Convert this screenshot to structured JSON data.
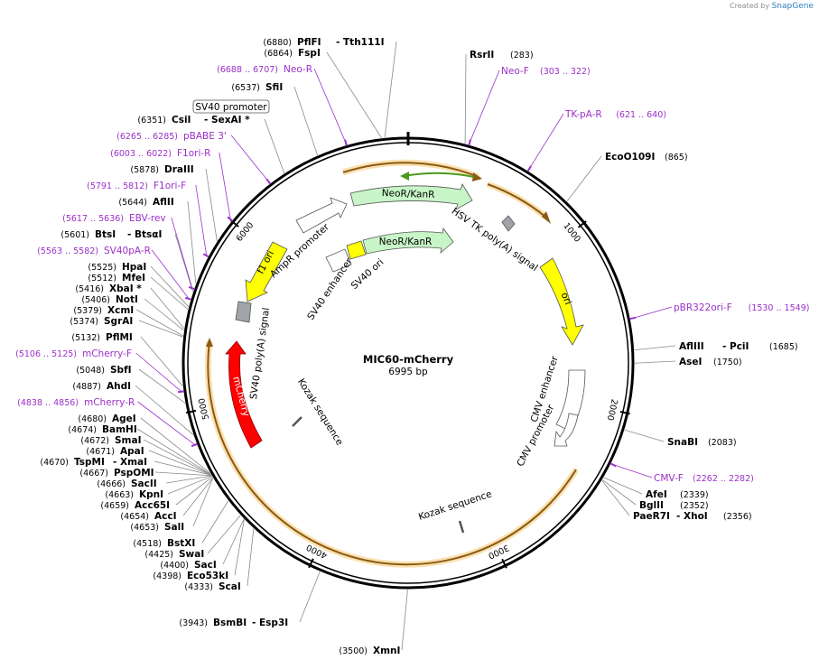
{
  "credit": {
    "prefix": "Created by",
    "brand": "SnapGene"
  },
  "plasmid": {
    "name": "MIC60-mCherry",
    "length_label": "6995 bp",
    "length": 6995
  },
  "ticks": [
    "1000",
    "2000",
    "3000",
    "4000",
    "5000",
    "6000"
  ],
  "sites": [
    {
      "pos": "(6880)",
      "name": "PflFI",
      "extra": "- Tth111I"
    },
    {
      "pos": "(6864)",
      "name": "FspI"
    },
    {
      "pos": "(6537)",
      "name": "SfiI"
    },
    {
      "pos": "(6351)",
      "name": "CsiI",
      "extra": "- SexAI *"
    },
    {
      "pos": "(5878)",
      "name": "DraIII"
    },
    {
      "pos": "(5644)",
      "name": "AflII"
    },
    {
      "pos": "(5601)",
      "name": "BtsI",
      "extra": "- BtsαI"
    },
    {
      "pos": "(5525)",
      "name": "HpaI"
    },
    {
      "pos": "(5512)",
      "name": "MfeI"
    },
    {
      "pos": "(5416)",
      "name": "XbaI *"
    },
    {
      "pos": "(5406)",
      "name": "NotI"
    },
    {
      "pos": "(5379)",
      "name": "XcmI"
    },
    {
      "pos": "(5374)",
      "name": "SgrAI"
    },
    {
      "pos": "(5132)",
      "name": "PflMI"
    },
    {
      "pos": "(5048)",
      "name": "SbfI"
    },
    {
      "pos": "(4887)",
      "name": "AhdI"
    },
    {
      "pos": "(4680)",
      "name": "AgeI"
    },
    {
      "pos": "(4674)",
      "name": "BamHI"
    },
    {
      "pos": "(4672)",
      "name": "SmaI"
    },
    {
      "pos": "(4671)",
      "name": "ApaI"
    },
    {
      "pos": "(4670)",
      "name": "TspMI",
      "extra": "- XmaI"
    },
    {
      "pos": "(4667)",
      "name": "PspOMI"
    },
    {
      "pos": "(4666)",
      "name": "SacII"
    },
    {
      "pos": "(4663)",
      "name": "KpnI"
    },
    {
      "pos": "(4659)",
      "name": "Acc65I"
    },
    {
      "pos": "(4654)",
      "name": "AccI"
    },
    {
      "pos": "(4653)",
      "name": "SalI"
    },
    {
      "pos": "(4518)",
      "name": "BstXI"
    },
    {
      "pos": "(4425)",
      "name": "SwaI"
    },
    {
      "pos": "(4400)",
      "name": "SacI"
    },
    {
      "pos": "(4398)",
      "name": "Eco53kI"
    },
    {
      "pos": "(4333)",
      "name": "ScaI"
    },
    {
      "pos": "(3943)",
      "name": "BsmBI",
      "extra": "- Esp3I"
    },
    {
      "pos": "(3500)",
      "name": "XmnI"
    },
    {
      "name": "RsrII",
      "pos": "(283)"
    },
    {
      "name": "EcoO109I",
      "pos": "(865)"
    },
    {
      "name": "AflIII",
      "extra": "- PciI",
      "pos": "(1685)"
    },
    {
      "name": "AseI",
      "pos": "(1750)"
    },
    {
      "name": "SnaBI",
      "pos": "(2083)"
    },
    {
      "name": "AfeI",
      "pos": "(2339)"
    },
    {
      "name": "BglII",
      "pos": "(2352)"
    },
    {
      "name": "PaeR7I",
      "extra": "- XhoI",
      "pos": "(2356)"
    }
  ],
  "primers": [
    {
      "range": "(6688 .. 6707)",
      "name": "Neo-R"
    },
    {
      "range": "(6265 .. 6285)",
      "name": "pBABE 3'"
    },
    {
      "range": "(6003 .. 6022)",
      "name": "F1ori-R"
    },
    {
      "range": "(5791 .. 5812)",
      "name": "F1ori-F"
    },
    {
      "range": "(5617 .. 5636)",
      "name": "EBV-rev"
    },
    {
      "range": "(5563 .. 5582)",
      "name": "SV40pA-R"
    },
    {
      "range": "(5106 .. 5125)",
      "name": "mCherry-F"
    },
    {
      "range": "(4838 .. 4856)",
      "name": "mCherry-R"
    },
    {
      "name": "Neo-F",
      "range": "(303 .. 322)"
    },
    {
      "name": "TK-pA-R",
      "range": "(621 .. 640)"
    },
    {
      "name": "pBR322ori-F",
      "range": "(1530 .. 1549)"
    },
    {
      "name": "CMV-F",
      "range": "(2262 .. 2282)"
    }
  ],
  "features": {
    "sv40_promoter_box": "SV40 promoter",
    "neor_outer": "NeoR/KanR",
    "neor_inner": "NeoR/KanR",
    "hsv_tk": "HSV TK poly(A) signal",
    "ori": "ori",
    "f1_ori": "f1 ori",
    "ampr_promoter": "AmpR promoter",
    "sv40_enhancer": "SV40 enhancer",
    "sv40_ori": "SV40 ori",
    "sv40_polya": "SV40 poly(A) signal",
    "mcherry": "mCherry",
    "kozak_left": "Kozak sequence",
    "kozak_bottom": "Kozak sequence",
    "cmv_enhancer": "CMV enhancer",
    "cmv_promoter": "CMV promoter"
  },
  "colors": {
    "primer": "#9b30c8",
    "neor": "#c8f5c8",
    "ori": "#ffff00",
    "mcherry": "#ff0000",
    "orf": "#c98a1a",
    "orf_glow": "#fbe1b1",
    "green_arrow": "#4a9a1e"
  }
}
